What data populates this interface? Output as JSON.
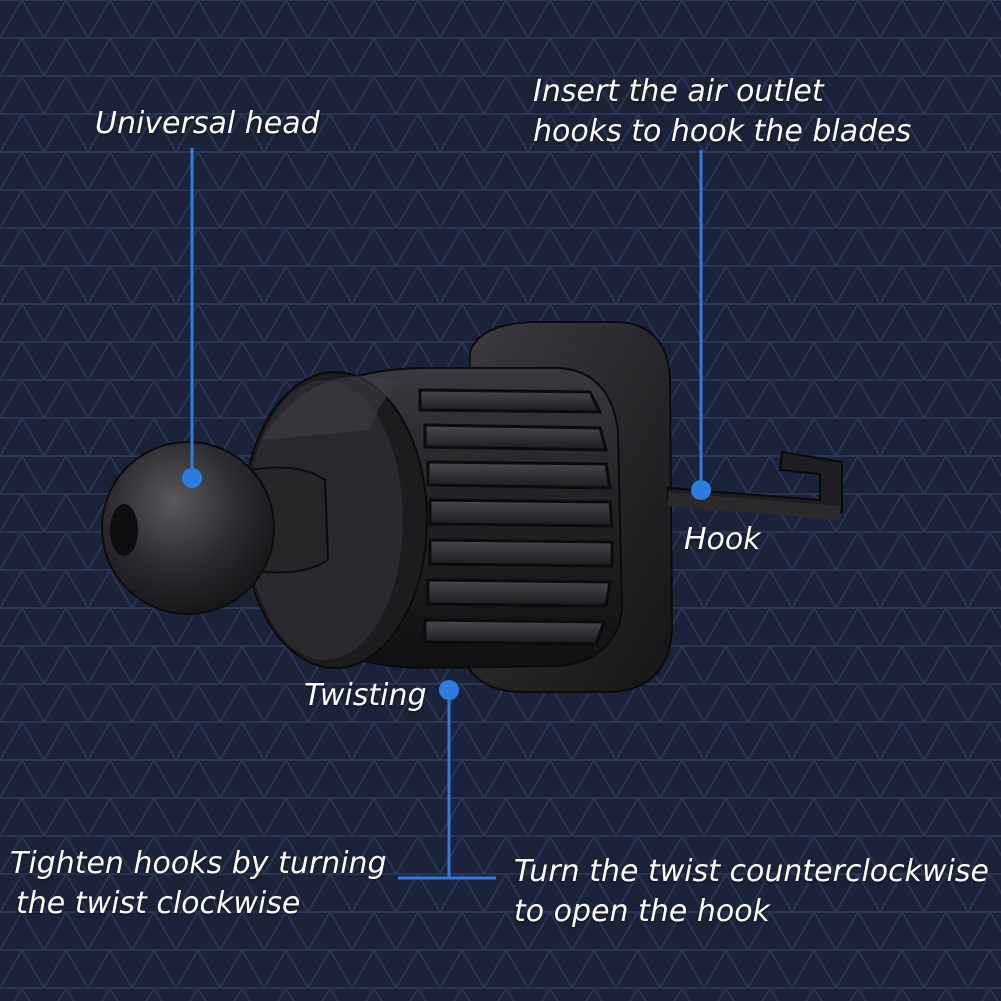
{
  "accent_color": "#2f7be0",
  "labels": {
    "universal_head": "Universal head",
    "insert_hooks": [
      "Insert the air outlet",
      "hooks to hook the blades"
    ],
    "hook": "Hook",
    "twisting": "Twisting",
    "tighten": [
      "Tighten hooks by turning",
      "the twist clockwise"
    ],
    "turn": [
      "Turn the twist counterclockwise",
      "to open the hook"
    ]
  }
}
